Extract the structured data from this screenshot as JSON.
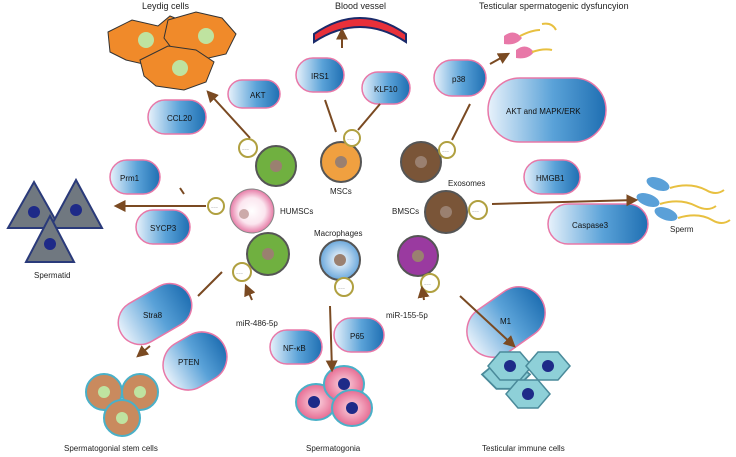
{
  "labels": {
    "leydig": "Leydig cells",
    "blood_vessel": "Blood vessel",
    "dysfunction": "Testicular spermatogenic dysfuncyion",
    "mscs": "MSCs",
    "humscs": "HUMSCs",
    "bmscs": "BMSCs",
    "exosomes": "Exosomes",
    "macrophages": "Macrophages",
    "spermatid": "Spermatid",
    "sperm": "Sperm",
    "mir486": "miR-486-5p",
    "mir155": "miR-155-5p",
    "ssc": "Spermatogonial stem cells",
    "spermatogonia": "Spermatogonia",
    "immune": "Testicular immune cells"
  },
  "molecules": {
    "akt": "AKT",
    "ccl20": "CCL20",
    "irs1": "IRS1",
    "klf10": "KLF10",
    "p38": "p38",
    "akt_mapk": "AKT and MAPK/ERK",
    "prm1": "Prm1",
    "sycp3": "SYCP3",
    "hmgb1": "HMGB1",
    "caspase3": "Caspase3",
    "stra8": "Stra8",
    "pten": "PTEN",
    "nfkb": "NF-κB",
    "p65": "P65",
    "m1": "M1"
  },
  "colors": {
    "arrow": "#7a4a22",
    "pill_blue": "#2a7cc0",
    "pill_pink": "#e878a8",
    "leydig_orange": "#f08a2a",
    "spermatid_gray": "#707880",
    "immune_teal": "#8ed0d8",
    "ssc_tan": "#c98a5e",
    "spermatogonia_pink": "#f0a0b8",
    "mscs_orange": "#f0a040",
    "humscs_green": "#70b040",
    "bmscs_brown": "#7a5538",
    "macrophage_blue": "#88b8e0",
    "purple": "#9a3aa0",
    "vessel_red": "#e8303a"
  }
}
